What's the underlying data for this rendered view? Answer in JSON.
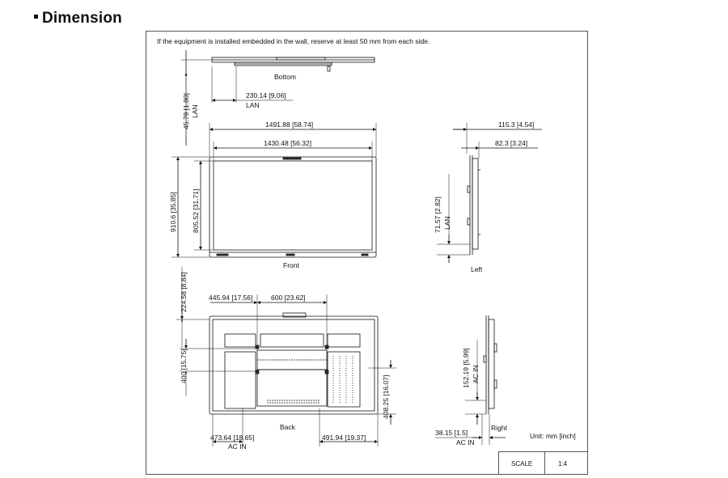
{
  "heading": "Dimension",
  "note": "If the equipment is installed embedded in the wall,  reserve at least 50 mm from each side.",
  "views": {
    "bottom": "Bottom",
    "front": "Front",
    "left": "Left",
    "back": "Back",
    "right": "Right"
  },
  "dims": {
    "bottom_lan_offset": "230.14 [9.06]",
    "bottom_lan_label": "LAN",
    "lan_height_front": "45.79 [1.80]",
    "lan_height_front_label": "LAN",
    "overall_width": "1491.88  [58.74]",
    "display_width": "1430.48  [56.32]",
    "overall_height": "910.6  [35.85]",
    "display_height": "805.52  [31.71]",
    "depth_overall": "115.3  [4.54]",
    "depth_body": "82.3  [3.24]",
    "lan_height_left": "71.57  [2.82]",
    "lan_height_left_label": "LAN",
    "top_mount_offset": "224.58  [8.84]",
    "back_left_offset": "445.94  [17.56]",
    "vesa_width": "600  [23.62]",
    "vesa_height": "400  [15.75]",
    "back_right_height": "408.25  [16.07]",
    "acin_left": "473.64  [18.65]",
    "acin_left_label": "AC IN",
    "back_right_offset": "491.94  [19.37]",
    "acin_height_right": "152.19  [5.99]",
    "acin_height_right_label": "AC IN",
    "acin_depth": "38.15  [1.5]",
    "acin_depth_label": "AC IN"
  },
  "unit": "Unit: mm [inch]",
  "scale": {
    "label": "SCALE",
    "value": "1:4"
  }
}
